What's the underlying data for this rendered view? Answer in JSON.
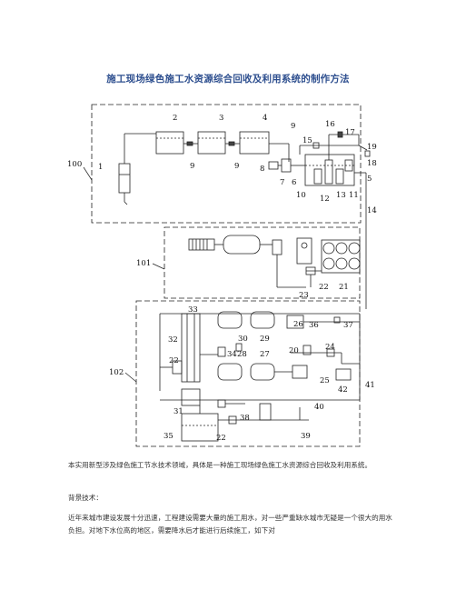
{
  "doc": {
    "title": "施工现场绿色施工水资源综合回收及利用系统的制作方法",
    "paragraphs": [
      "本实用新型涉及绿色施工节水技术领域，具体是一种施工现场绿色施工水资源综合回收及利用系统。",
      "背景技术：",
      "近年来城市建设发展十分迅速，工程建设需要大量的施工用水，对一些严重缺水城市无疑是一个很大的用水负担。对地下水位高的地区，需要降水后才能进行后续施工，如下对"
    ]
  },
  "figure": {
    "labels": [
      "1",
      "2",
      "3",
      "4",
      "5",
      "6",
      "7",
      "8",
      "9",
      "9",
      "9",
      "10",
      "11",
      "12",
      "13",
      "14",
      "15",
      "16",
      "17",
      "18",
      "19",
      "20",
      "21",
      "22",
      "22",
      "22",
      "23",
      "24",
      "25",
      "26",
      "27",
      "28",
      "29",
      "30",
      "31",
      "32",
      "33",
      "34",
      "35",
      "36",
      "37",
      "38",
      "39",
      "40",
      "41",
      "42",
      "100",
      "101",
      "102"
    ]
  }
}
